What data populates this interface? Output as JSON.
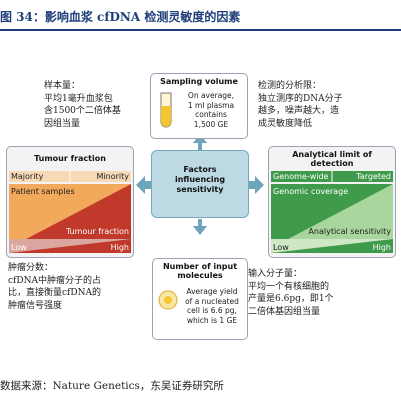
{
  "header": {
    "title": "图 34：影响血浆 cfDNA 检测灵敏度的因素"
  },
  "notes": {
    "sample_volume": [
      "样本量：",
      "平均1毫升血浆包",
      "含1500个二倍体基",
      "因组当量"
    ],
    "detection_limit": [
      "检测的分析限：",
      "独立测序的DNA分子",
      "越多，噪声越大，造",
      "成灵敏度降低"
    ],
    "tumour_fraction": [
      "肿瘤分数：",
      "cfDNA中肿瘤分子的占",
      "比，直接衡量cfDNA的",
      "肿瘤信号强度"
    ],
    "input_molecules": [
      "输入分子量：",
      "平均一个有核细胞的",
      "产量是6.6pg，即1个",
      "二倍体基因组当量"
    ]
  },
  "center": {
    "lines": [
      "Factors",
      "influencing",
      "sensitivity"
    ]
  },
  "sampling_volume": {
    "heading": "Sampling volume",
    "lines": [
      "On average,",
      "1 ml plasma",
      "contains",
      "1,500 GE"
    ]
  },
  "tumour_panel": {
    "heading": "Tumour fraction",
    "majority": "Majority",
    "minority": "Minority",
    "patient_samples": "Patient samples",
    "wedge_label": "Tumour fraction",
    "low": "Low",
    "high": "High"
  },
  "detection_panel": {
    "heading_lines": [
      "Analytical limit of",
      "detection"
    ],
    "genome_wide": "Genome-wide",
    "targeted": "Targeted",
    "genomic_coverage": "Genomic coverage",
    "wedge_label": "Analytical sensitivity",
    "low": "Low",
    "high": "High"
  },
  "input_panel": {
    "heading_lines": [
      "Number of input",
      "molecules"
    ],
    "lines": [
      "Average yield",
      "of a nucleated",
      "cell is 6.6 pg,",
      "which is 1 GE"
    ]
  },
  "footer": {
    "source": "数据来源：Nature Genetics，东吴证券研究所"
  },
  "colors": {
    "title": "#1f3f7a",
    "tumour_red": "#c0392b",
    "tumour_orange": "#f2a95c",
    "detect_green": "#3f9a4c",
    "center_fill": "#bcd9e4"
  }
}
